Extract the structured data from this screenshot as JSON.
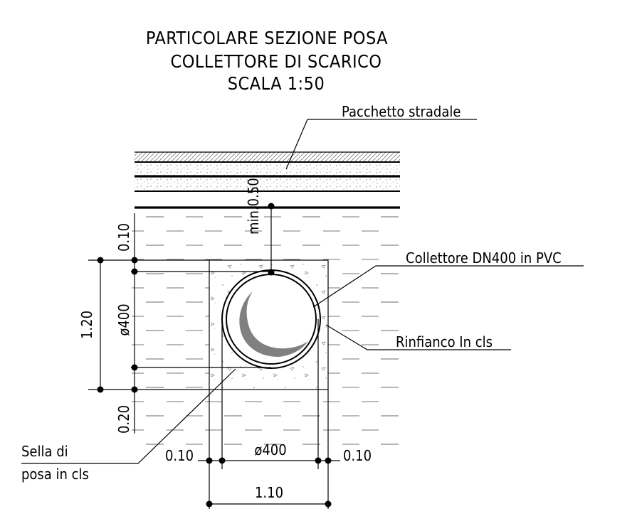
{
  "title": {
    "line1": "PARTICOLARE SEZIONE POSA",
    "line2": "COLLETTORE DI SCARICO",
    "line3": "SCALA 1:50"
  },
  "labels": {
    "road_package": "Pacchetto stradale",
    "pipe": "Collettore DN400 in PVC",
    "haunch": "Rinfianco In cls",
    "bed_line1": "Sella di",
    "bed_line2": "posa in cls"
  },
  "dimensions": {
    "min_cover": "min.0.50",
    "top_gap": "0.10",
    "total_height": "1.20",
    "pipe_dia_vertical": "ø400",
    "bottom_gap": "0.20",
    "pipe_dia_horizontal": "ø400",
    "left_clear": "0.10",
    "right_clear": "0.10",
    "total_width": "1.10"
  }
}
